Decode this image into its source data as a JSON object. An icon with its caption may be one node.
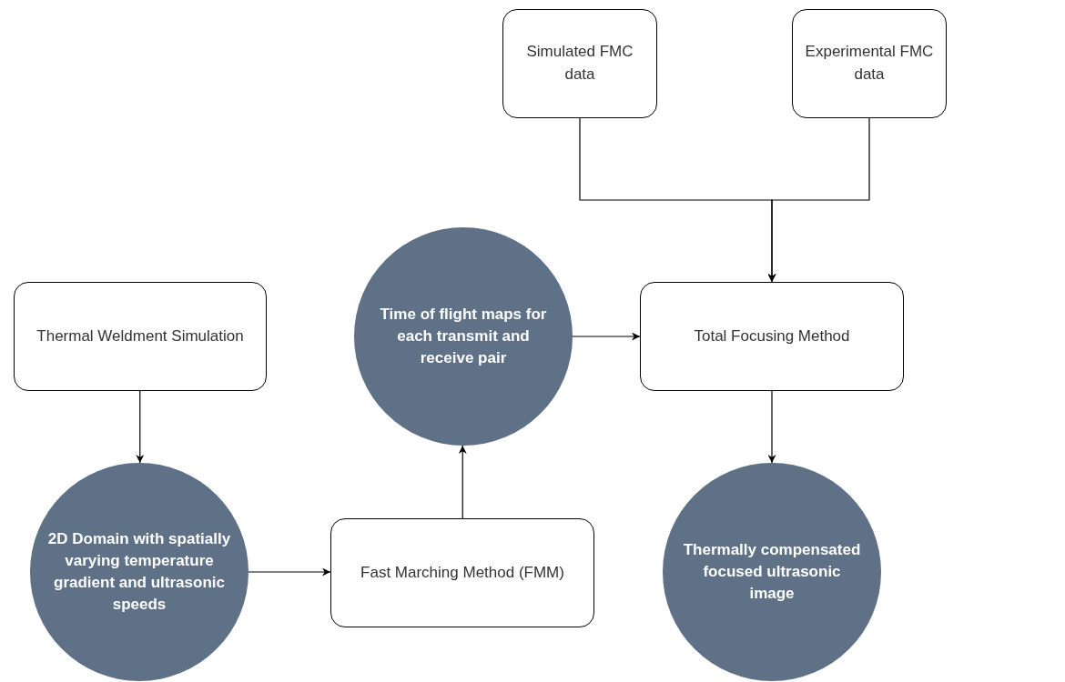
{
  "diagram": {
    "nodes": [
      {
        "text": [
          "Simulated FMC data"
        ]
      },
      {
        "text": [
          "Experimental FMC data"
        ]
      },
      {
        "text": [
          "Thermal Weldment Simulation"
        ]
      },
      {
        "text": [
          "Time of flight maps for each transmit and receive pair"
        ]
      },
      {
        "text": [
          "Total Focusing Method"
        ]
      },
      {
        "text": [
          "2D Domain with spatially varying temperature gradient and ultrasonic speeds"
        ]
      },
      {
        "text": [
          "Fast Marching Method (FMM)"
        ]
      },
      {
        "text": [
          "Thermally compensated focused ultrasonic image"
        ]
      }
    ],
    "edges": [
      {
        "from": 0,
        "to": 4,
        "arrow": "to"
      },
      {
        "from": 1,
        "to": 4,
        "arrow": "to"
      },
      {
        "from": 2,
        "to": 5,
        "arrow": "to"
      },
      {
        "from": 5,
        "to": 6,
        "arrow": "to"
      },
      {
        "from": 6,
        "to": 3,
        "arrow": "to"
      },
      {
        "from": 3,
        "to": 4,
        "arrow": "to"
      },
      {
        "from": 4,
        "to": 7,
        "arrow": "to"
      }
    ]
  }
}
